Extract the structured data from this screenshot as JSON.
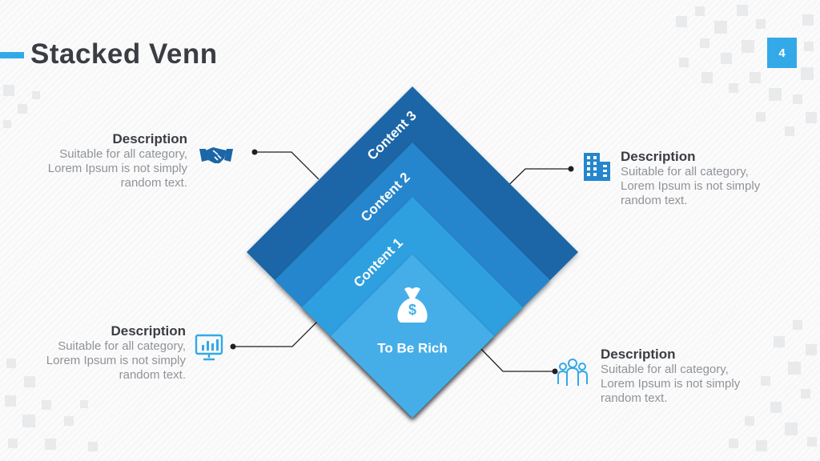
{
  "header": {
    "title": "Stacked Venn",
    "page_number": "4"
  },
  "colors": {
    "layer3": "#1b66a7",
    "layer2": "#2586cd",
    "layer1": "#2d9fdf",
    "core": "#44aee9",
    "accent": "#33a9e8",
    "connector": "#1f1f1f"
  },
  "diagram": {
    "layers": [
      {
        "label": "Content 3",
        "color": "#1b66a7"
      },
      {
        "label": "Content 2",
        "color": "#2586cd"
      },
      {
        "label": "Content 1",
        "color": "#2d9fdf"
      }
    ],
    "center": {
      "label": "To Be Rich",
      "icon": "money-bag-icon",
      "color": "#44aee9"
    }
  },
  "descriptions": [
    {
      "title": "Description",
      "body": "Suitable for all category, Lorem Ipsum is not simply random text.",
      "icon": "handshake-icon"
    },
    {
      "title": "Description",
      "body": "Suitable for all category, Lorem Ipsum is not simply random text.",
      "icon": "presentation-board-icon"
    },
    {
      "title": "Description",
      "body": "Suitable for all category, Lorem Ipsum is not simply random text.",
      "icon": "office-building-icon"
    },
    {
      "title": "Description",
      "body": "Suitable for all category, Lorem Ipsum is not simply random text.",
      "icon": "team-icon"
    }
  ]
}
